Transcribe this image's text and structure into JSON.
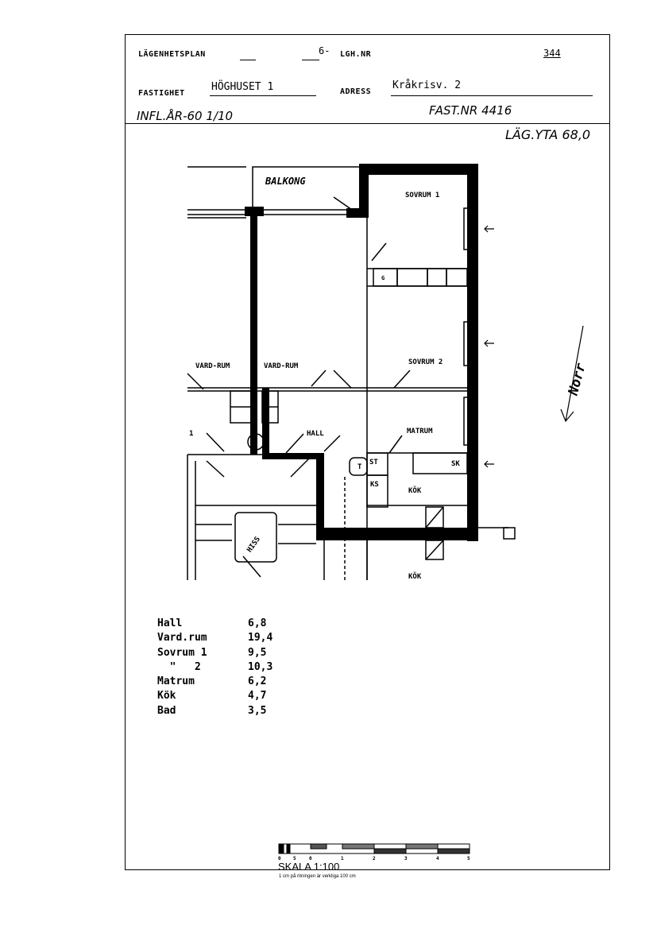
{
  "header": {
    "plan_label": "LÄGENHETSPLAN",
    "floor_value": "6-",
    "apartment_no_label": "LGH.NR",
    "apartment_no": "344",
    "property_label": "FASTIGHET",
    "property_value": "HÖGHUSET 1",
    "address_label": "ADRESS",
    "address_value": "Kråkrisv. 2",
    "move_in": "INFL.ÅR-60 1/10",
    "property_no": "FAST.NR 4416",
    "apartment_area": "LÄG.YTA 68,0"
  },
  "plan": {
    "labels": {
      "balcony": "BALKONG",
      "bedroom1": "SOVRUM 1",
      "bedroom2": "SOVRUM 2",
      "living_left": "VARD-RUM",
      "living": "VARD-RUM",
      "hall": "HALL",
      "dining": "MATRUM",
      "kitchen": "KÖK",
      "kitchen_below": "KÖK",
      "elevator": "HISS",
      "st": "ST",
      "sk": "SK",
      "ks": "KS",
      "t": "T",
      "one": "1",
      "closet": "G",
      "north": "Norr"
    }
  },
  "areas": [
    {
      "room": "Hall",
      "area": "6,8"
    },
    {
      "room": "Vard.rum",
      "area": "19,4"
    },
    {
      "room": "Sovrum 1",
      "area": "9,5"
    },
    {
      "room": "  \"   2",
      "area": "10,3"
    },
    {
      "room": "Matrum",
      "area": "6,2"
    },
    {
      "room": "Kök",
      "area": "4,7"
    },
    {
      "room": "Bad",
      "area": "3,5"
    }
  ],
  "scale": {
    "ticks": [
      "0",
      "5",
      "0",
      "1",
      "2",
      "3",
      "4",
      "5"
    ],
    "title": "SKALA 1:100",
    "note": "1 cm på ritningen är verkliga 100 cm"
  }
}
